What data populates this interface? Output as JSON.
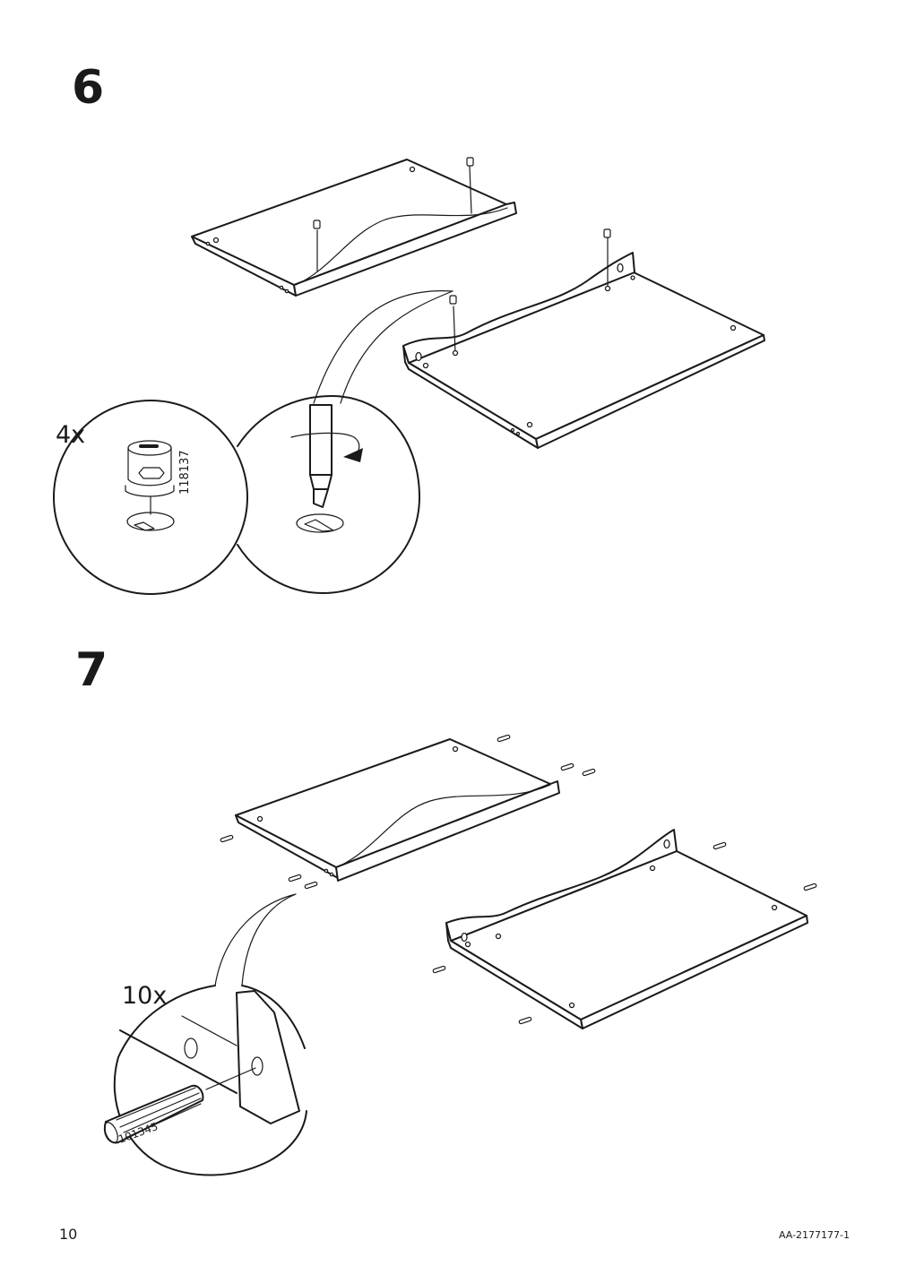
{
  "steps": [
    {
      "number": "6",
      "quantity": "4x",
      "part_number": "118137"
    },
    {
      "number": "7",
      "quantity": "10x",
      "part_number": "101345"
    }
  ],
  "footer": {
    "page_number": "10",
    "document_code": "AA-2177177-1"
  }
}
